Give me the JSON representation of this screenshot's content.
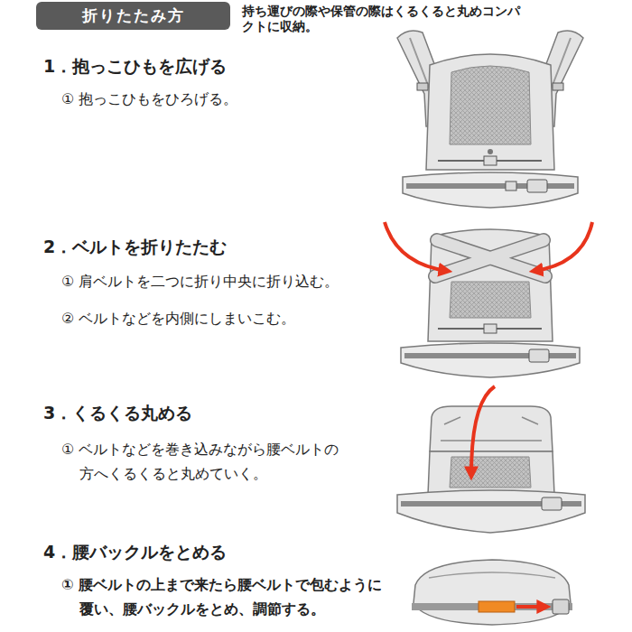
{
  "diagram": {
    "title": "折りたたみ方",
    "labels": [
      "持ち運びの際や保管の際はくるくると丸めコンパクトに収納。",
      "1．抱っこひもを広げる",
      "① 抱っこひもをひろげる。",
      "2．ベルトを折りたたむ",
      "① 肩ベルトを二つに折り中央に折り込む。",
      "② ベルトなどを内側にしまいこむ。",
      "3．くるくる丸める",
      "① ベルトなどを巻き込みながら腰ベルトの方へくるくると丸めていく。",
      "4．腰バックルをとめる",
      "① 腰ベルトの上まで来たら腰ベルトで包むように覆い、腰バックルをとめ、調節する。"
    ]
  }
}
